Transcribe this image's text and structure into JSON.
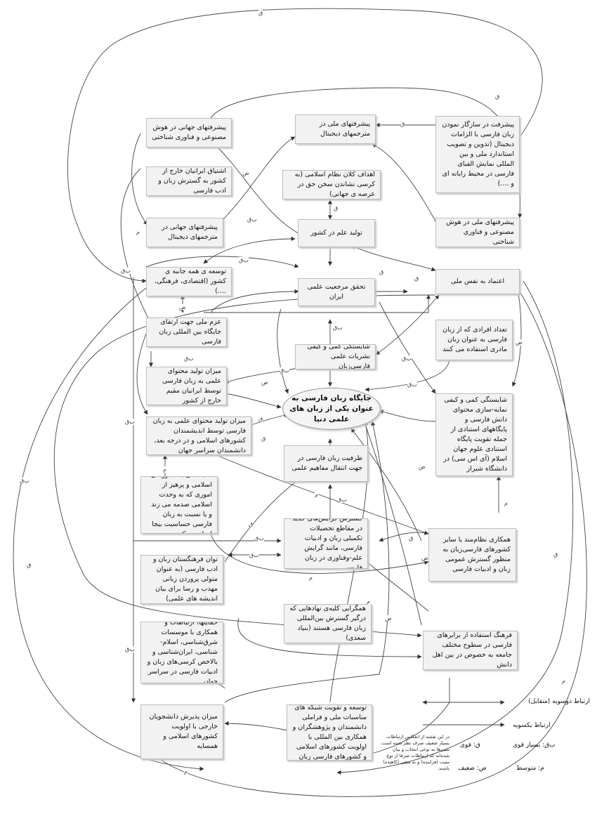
{
  "nodes": {
    "ai_global": "پیشرفتهای جهانی در هوش مصنوعی و فناوری شناختی",
    "national_translators": "پیشرفتهای ملی در مترجمهای دیجیتال",
    "digital_adapt": "پیشرفت در سازگار نمودن زبان فارسی با الزامات دیجیتال (تدوین و تصویب استاندارد ملی و بین المللی نمایش الفبای فارسی در محیط رایانه ای و ....)",
    "expat_eager": "اشتیاق ایرانیان خارج از کشور به گسترش زبان و ادب فارسی",
    "macro_goals": "اهداف کلان نظام اسلامی (به کرسی نشاندن سخن حق در عرصه ی جهانی)",
    "global_translators": "پیشرفتهای جهانی در مترجمهای دیجیتال",
    "science_prod": "تولید علم در کشور",
    "national_ai": "پیشرفتهای ملی در هوش مصنوعی و فناوری شناختی",
    "development": "توسعه ی همه جانبه ی کشور (اقتصادی، فرهنگی، ....)",
    "scientific_authority": "تحقق مرجعیت علمی ایران",
    "self_confidence": "اعتماد به نفس ملی",
    "national_will": "عزم ملی جهت ارتقای جایگاه بین المللی زبان فارسی",
    "publications": "شایستگی کمی و کیفی نشریات علمی فارسی‌زبان",
    "native_speakers": "تعداد افرادی که از زبان فارسی به عنوان زبان مادری استفاده می کنند",
    "expat_content": "میزان تولید محتوای علمی به زبان فارسی توسط ایرانیان مقیم خارج از کشور",
    "core_position": "جایگاه زبان فارسی به عنوان یکی از زبان های علمی دنیا",
    "indexing": "شایستگی کمی و کیفی نمایه-سازی محتوای دانش فارسی و پایگاههای استنادی از جمله تقویت پایگاه استنادی علوم جهان اسلام (آی اس سی) در دانشگاه شیراز",
    "islamic_content": "میزان تولید محتوای علمی به زبان فارسی توسط اندیشمندان کشورهای اسلامی و در درجه بعد، دانشمندان سراسر جهان",
    "capacity": "ظرفیت  زبان فارسی در جهت انتقال مفاهیم علمی",
    "solidarity": "همبستگی با کشورهای اسلامی و پرهیز از اموری که به وحدت اسلامی صدمه می زند و یا نسبت به زبان فارسی حساسیت بیجا ایجاد می کند",
    "new_fields": "گسترش گرایش‌های جدید در مقاطع تحصیلات تکمیلی زبان و ادبیات فارسی، مانند گرایش علم-وفناوری در زبان فارسی",
    "cooperation": "همکاری نظام‌مند با سایر کشورهای فارسی‌زبان به منظور گسترش عمومی زبان و ادبیات فارسی",
    "academy": "توان فرهنگستان  زبان و ادب فارسی (به عنوان متولی پروردن زبانی مهذب و رسا برای بیان اندیشه های علمی)",
    "institutions": "همگرایی کلیه‌ی نهادهایی که درگیر گسترش بین‌المللی زبان فارسی هستند (بنیاد سعدی)",
    "equivalents": "فرهنگ استفاده از برابرهای فارسی در سطوح مختلف جامعه به خصوص در بین اهل دانش",
    "support": "حمایتها، ارتباطات و همکاری با موسسات شرق‌شناسی، اسلام-شناسی، ایران‌شناسی و بالاخص کرسی‌های زبان و ادبیات فارسی در سراسر جهان",
    "students": "میزان پذیرش دانشجویان خارجی با اولویت کشورهای اسلامی و همسایه",
    "networks": "توسعه و تقویت شبکه های مناسبات ملی و فراملی دانشمندان و پژوهشگران و همکاری بین المللی با اولویت کشورهای اسلامی و کشورهای فارسی زبان"
  },
  "edge_labels": {
    "q": "ق",
    "z": "ض",
    "bq": "ب‌ق",
    "m": "م"
  },
  "legend": {
    "two_way": "ارتباط دوسویه (متقابل)",
    "one_way": "ارتباط یکسویه",
    "very_strong": "ب‌ق: بسیار قوی",
    "strong": "ق: قوی",
    "medium": "م: متوسط",
    "weak": "ض: ضعیف",
    "note": "در این نقشه از انعکاس ارتباطات بسیار ضعیف صرف نظر شده است. شیئ‌ها به نوعی انتخاب و بیان شده‌اند که ارتباطات صرفا از نوع مثبت (فزاینده) و نه منفی (کاهنده) باشند."
  }
}
